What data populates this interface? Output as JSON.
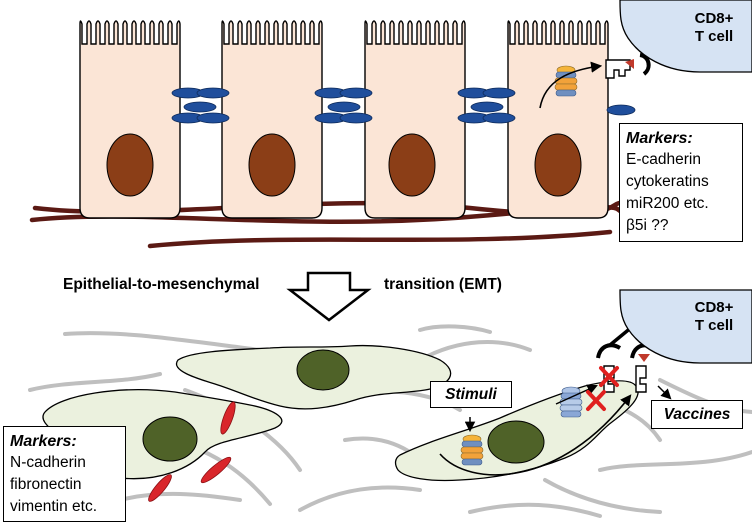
{
  "epithelial_state": {
    "t_cell_label": "CD8+\nT cell",
    "markers_title": "Markers:",
    "markers": [
      "E-cadherin",
      "cytokeratins",
      "miR200 etc.",
      "β5i ??"
    ]
  },
  "transition": {
    "left_label": "Epithelial-to-mesenchymal",
    "right_label": "transition (EMT)"
  },
  "mesenchymal_state": {
    "t_cell_label": "CD8+\nT cell",
    "markers_title": "Markers:",
    "markers": [
      "N-cadherin",
      "fibronectin",
      "vimentin etc."
    ],
    "stimuli_label": "Stimuli",
    "vaccines_label": "Vaccines"
  },
  "colors": {
    "epithelial_cell_fill": "#fbe5d6",
    "nucleus_epithelial": "#8b3e17",
    "cadherin_blue": "#1f4e9c",
    "fiber_dark": "#5b1a14",
    "t_cell_fill": "#d6e3f3",
    "mesenchymal_cell_fill": "#ebf1de",
    "nucleus_mesenchymal": "#4f6228",
    "n_cadherin_red": "#d9262b",
    "ecm_fiber_gray": "#bfbfbf",
    "proteasome_orange": "#f0a030",
    "proteasome_blue": "#6f8fc0"
  }
}
